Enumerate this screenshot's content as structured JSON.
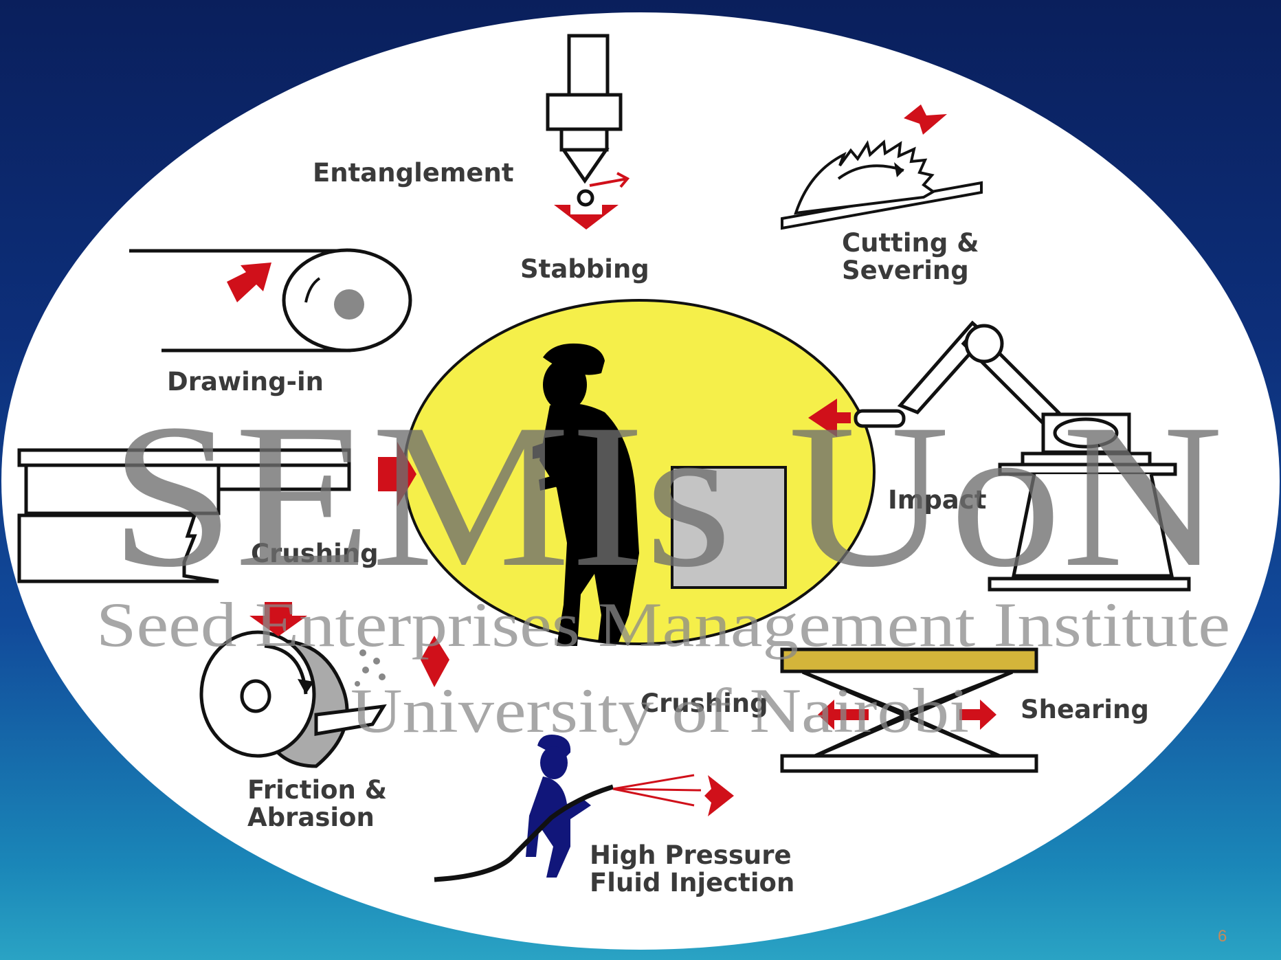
{
  "labels": {
    "entanglement": "Entanglement",
    "stabbing": "Stabbing",
    "cutting_line1": "Cutting &",
    "cutting_line2": "Severing",
    "drawing_in": "Drawing-in",
    "crushing_left": "Crushing",
    "impact": "Impact",
    "crushing_right": "Crushing",
    "shearing": "Shearing",
    "friction_line1": "Friction &",
    "friction_line2": "Abrasion",
    "fluid_line1": "High Pressure",
    "fluid_line2": "Fluid Injection"
  },
  "watermark": {
    "acronym": "SEMIs UoN",
    "institute": "Seed Enterprises Management Institute",
    "university": "University of Nairobi"
  },
  "slide_number": "6",
  "colors": {
    "hazard_arrow": "#d0101a",
    "center_circle": "#f5ef4a",
    "outline": "#111111",
    "scissor_top": "#d4b53a"
  }
}
